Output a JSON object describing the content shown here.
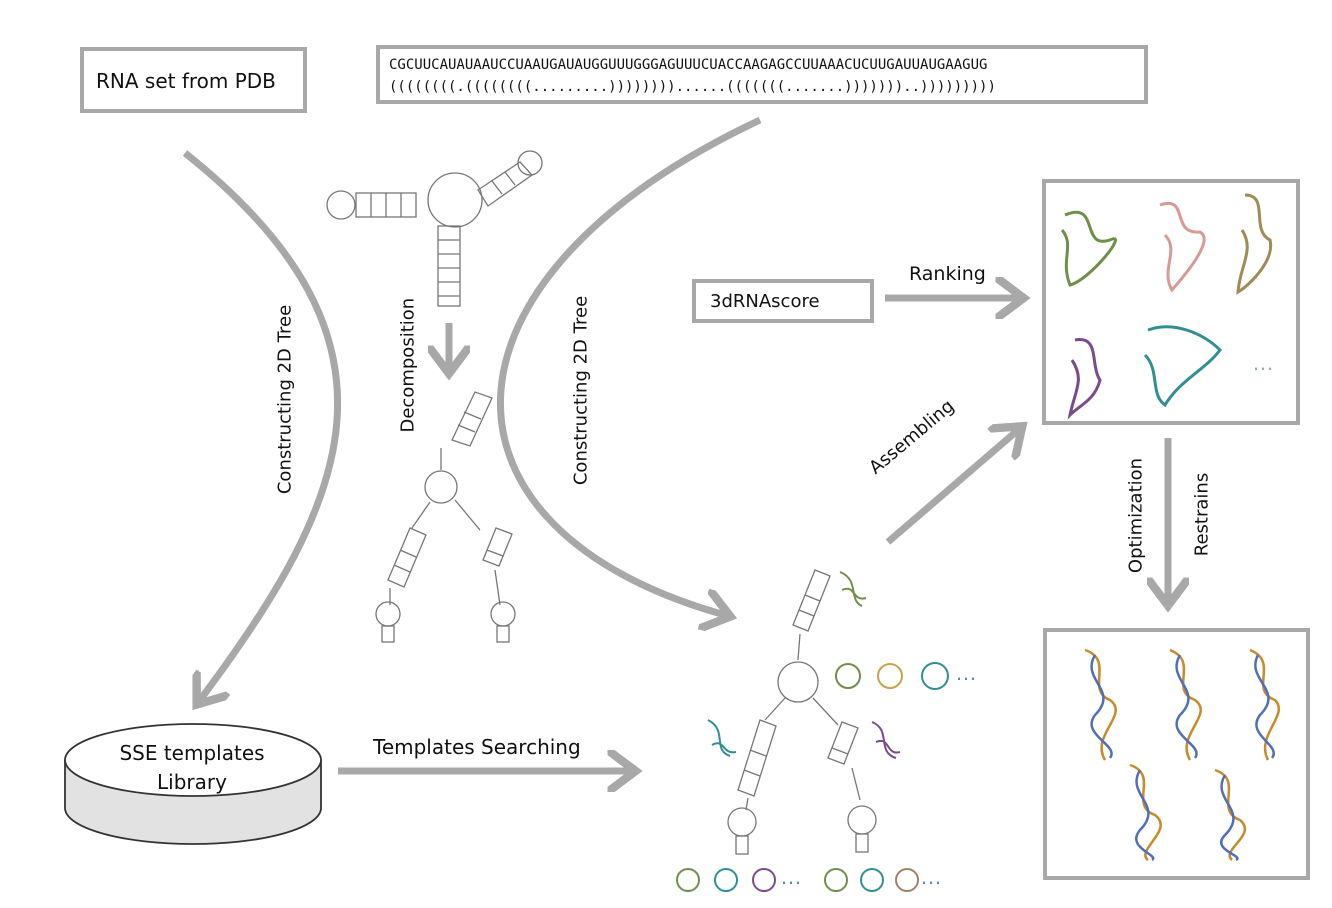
{
  "inputs": {
    "pdb_label": "RNA set from PDB",
    "sequence": "CGCUUCAUAUAAUCCUAAUGAUAUGGUUUGGGAGUUUCUACCAAGAGCCUUAAACUCUUGAUUAUGAAGUG",
    "dot_bracket": "((((((((.((((((((.........))))))))......(((((((.......)))))))..)))))))))"
  },
  "steps": {
    "constructing_left": "Constructing 2D Tree",
    "constructing_right": "Constructing 2D Tree",
    "decomposition": "Decomposition",
    "templates_searching": "Templates Searching",
    "assembling": "Assembling",
    "ranking": "Ranking",
    "optimization": "Optimization",
    "restrains": "Restrains"
  },
  "library": {
    "line1": "SSE templates",
    "line2": "Library"
  },
  "scoring": {
    "label": "3dRNAscore"
  },
  "ellipsis": "…",
  "colors": {
    "arrow": "#a8a8a8",
    "box_border": "#a8a8a8",
    "model_green": "#6f8f4a",
    "model_pink": "#d99a95",
    "model_tan": "#a08a55",
    "model_purple": "#7a4a8c",
    "model_teal": "#2f8f94",
    "final_orange": "#c98a2a",
    "final_blue": "#4f6fb8"
  }
}
